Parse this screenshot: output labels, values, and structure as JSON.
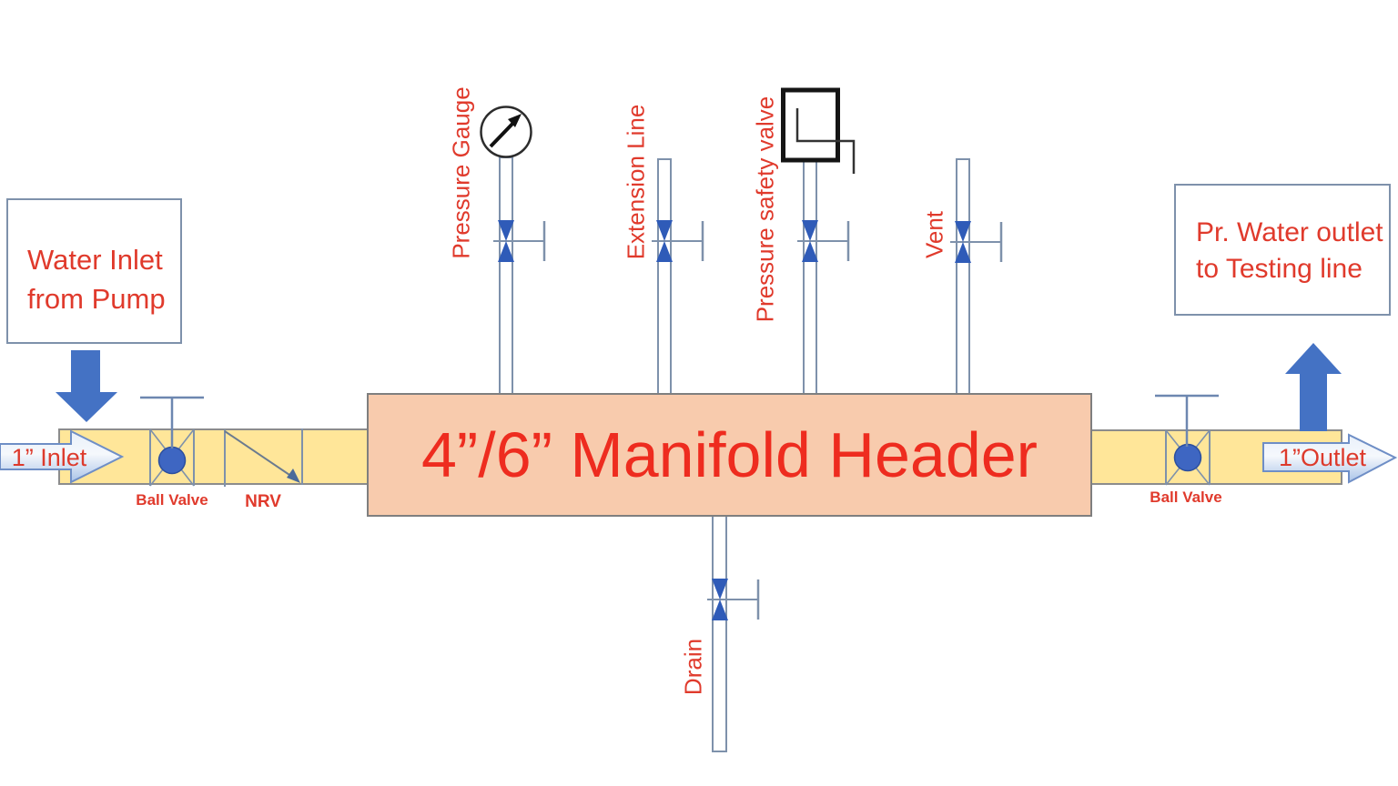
{
  "title": "4”/6” Manifold Header",
  "boxes": {
    "inlet": {
      "line1": "Water Inlet",
      "line2": "from Pump"
    },
    "outlet": {
      "line1": "Pr. Water outlet",
      "line2": "to Testing line"
    }
  },
  "flow_labels": {
    "inlet": "1” Inlet",
    "outlet": "1”Outlet"
  },
  "component_labels": {
    "ball_valve_left": "Ball Valve",
    "nrv": "NRV",
    "ball_valve_right": "Ball Valve",
    "pressure_gauge": "Pressure Gauge",
    "extension_line": "Extension Line",
    "pressure_safety_valve": "Pressure safety valve",
    "vent": "Vent",
    "drain": "Drain"
  },
  "colors": {
    "label_red": "#E03A2C",
    "title_red": "#EE2C1F",
    "pipe_yellow": "#FFE699",
    "manifold_peach": "#F8CBAD",
    "solid_arrow_blue": "#4472C4",
    "valve_blue": "#2F5BB8",
    "hardware_slate": "#7E91AB"
  }
}
